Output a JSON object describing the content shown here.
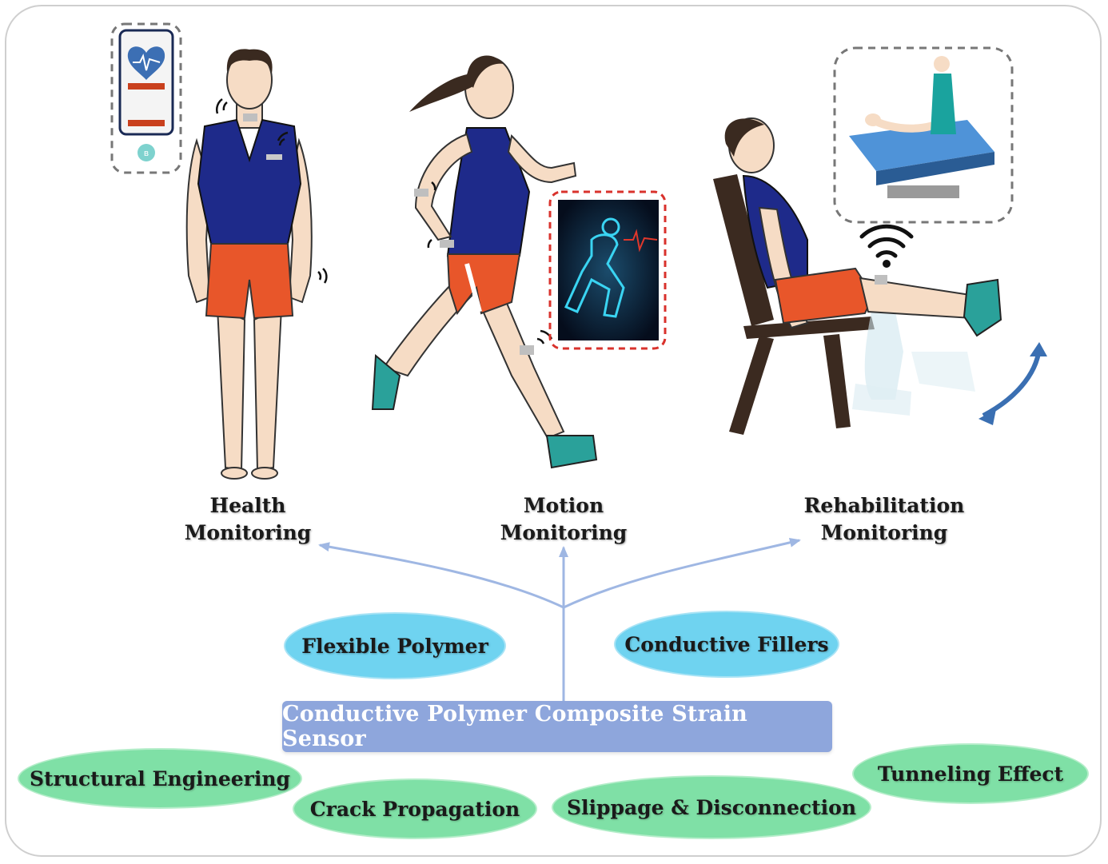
{
  "labels": {
    "health": [
      "Health",
      "Monitoring"
    ],
    "motion": [
      "Motion",
      "Monitoring"
    ],
    "rehab": [
      "Rehabilitation",
      "Monitoring"
    ]
  },
  "mechanisms": {
    "flexible_polymer": "Flexible Polymer",
    "conductive_fillers": "Conductive Fillers"
  },
  "core": "Conductive Polymer Composite Strain Sensor",
  "effects": {
    "structural_engineering": "Structural Engineering",
    "crack_propagation": "Crack Propagation",
    "slippage": "Slippage & Disconnection",
    "tunneling": "Tunneling Effect"
  },
  "colors": {
    "arrow": "#9fb7e3",
    "core_box": "#8ea6dc",
    "blue_ellipse": "#6fd3f0",
    "green_ellipse": "#7fe0a6",
    "shirt": "#1e2a8a",
    "shorts": "#e8562a",
    "skin": "#f6dcc5",
    "shoe": "#2aa19a"
  }
}
